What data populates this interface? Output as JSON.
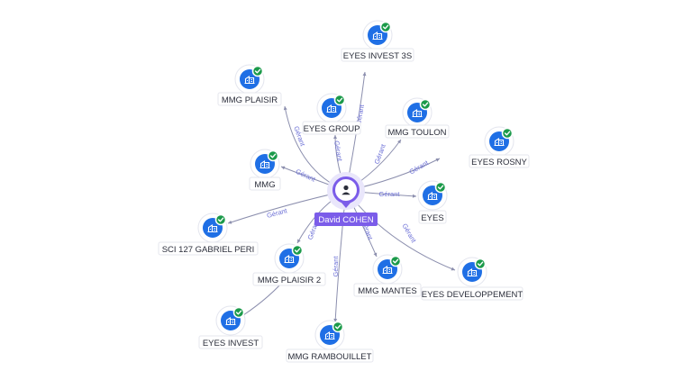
{
  "center": {
    "label": "David COHEN",
    "icon": "person-icon"
  },
  "colors": {
    "accent": "#7b5ce9",
    "node": "#1f6fe5",
    "verified": "#1b9a4a",
    "edge": "#8c8fae",
    "edge_label": "#6b6fd6"
  },
  "nodes": [
    {
      "id": "eyes-invest-3s",
      "label": "EYES INVEST 3S",
      "edge_label": "Gérant",
      "icon": "building-icon",
      "verified": true
    },
    {
      "id": "mmg-plaisir",
      "label": "MMG PLAISIR",
      "edge_label": "Gérant",
      "icon": "building-icon",
      "verified": true
    },
    {
      "id": "eyes-group",
      "label": "EYES GROUP",
      "edge_label": "Gérant",
      "icon": "building-icon",
      "verified": true
    },
    {
      "id": "mmg-toulon",
      "label": "MMG TOULON",
      "edge_label": "Gérant",
      "icon": "building-icon",
      "verified": true
    },
    {
      "id": "eyes-rosny",
      "label": "EYES ROSNY",
      "edge_label": "Gérant",
      "icon": "building-icon",
      "verified": true
    },
    {
      "id": "mmg",
      "label": "MMG",
      "edge_label": "Gérant",
      "icon": "building-icon",
      "verified": true
    },
    {
      "id": "eyes",
      "label": "EYES",
      "edge_label": "Gérant",
      "icon": "building-icon",
      "verified": true
    },
    {
      "id": "sci-127-gabriel-peri",
      "label": "SCI 127 GABRIEL PERI",
      "edge_label": "Gérant",
      "icon": "building-icon",
      "verified": true
    },
    {
      "id": "mmg-plaisir-2",
      "label": "MMG PLAISIR 2",
      "edge_label": "Gérant",
      "icon": "building-icon",
      "verified": true
    },
    {
      "id": "mmg-mantes",
      "label": "MMG MANTES",
      "edge_label": "Gérant",
      "icon": "building-icon",
      "verified": true
    },
    {
      "id": "eyes-developpement",
      "label": "EYES DEVELOPPEMENT",
      "edge_label": "Gérant",
      "icon": "building-icon",
      "verified": true
    },
    {
      "id": "eyes-invest",
      "label": "EYES INVEST",
      "edge_label": "",
      "icon": "building-icon",
      "verified": true
    },
    {
      "id": "mmg-rambouillet",
      "label": "MMG RAMBOUILLET",
      "edge_label": "Gérant",
      "icon": "building-icon",
      "verified": true
    }
  ]
}
